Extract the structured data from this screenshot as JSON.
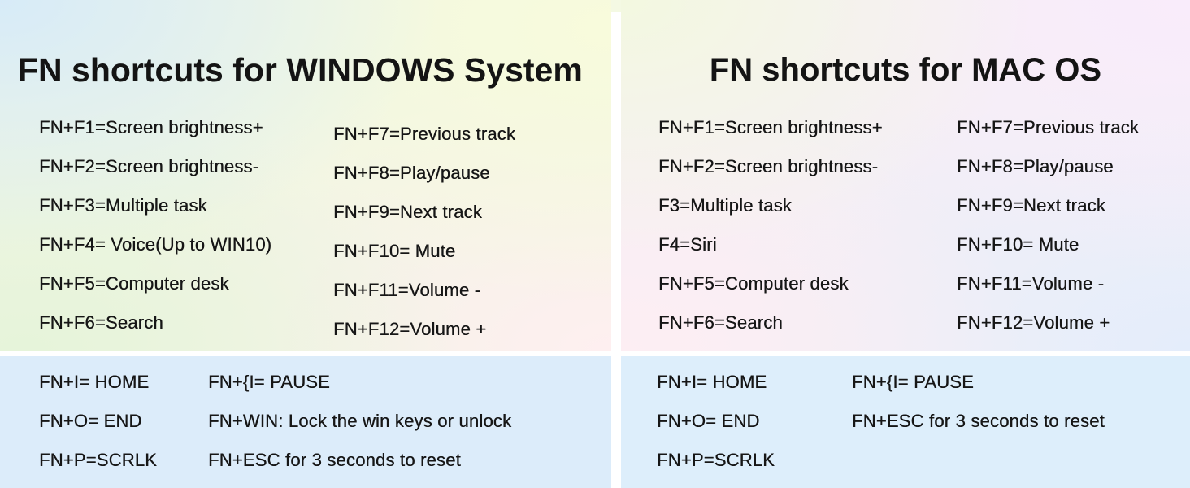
{
  "windows": {
    "title": "FN shortcuts for WINDOWS System",
    "fn_col1": [
      "FN+F1=Screen brightness+",
      "FN+F2=Screen brightness-",
      "FN+F3=Multiple task",
      "FN+F4= Voice(Up to WIN10)",
      "FN+F5=Computer desk",
      "FN+F6=Search"
    ],
    "fn_col2": [
      "FN+F7=Previous track",
      "FN+F8=Play/pause",
      "FN+F9=Next track",
      "FN+F10= Mute",
      "FN+F11=Volume -",
      "FN+F12=Volume +"
    ],
    "extra_col1": [
      "FN+I= HOME",
      "FN+O= END",
      "FN+P=SCRLK"
    ],
    "extra_col2": [
      "FN+{I= PAUSE",
      "FN+WIN: Lock the win keys or unlock",
      "FN+ESC for 3 seconds to reset"
    ]
  },
  "mac": {
    "title": "FN shortcuts for MAC OS",
    "fn_col1": [
      "FN+F1=Screen brightness+",
      "FN+F2=Screen brightness-",
      "F3=Multiple task",
      "F4=Siri",
      "FN+F5=Computer desk",
      "FN+F6=Search"
    ],
    "fn_col2": [
      "FN+F7=Previous track",
      "FN+F8=Play/pause",
      "FN+F9=Next track",
      "FN+F10= Mute",
      "FN+F11=Volume -",
      "FN+F12=Volume +"
    ],
    "extra_col1": [
      "FN+I= HOME",
      "FN+O= END",
      "FN+P=SCRLK"
    ],
    "extra_col2": [
      "FN+{I= PAUSE",
      "FN+ESC for 3 seconds to reset"
    ]
  },
  "colors": {
    "text": "#161616",
    "divider": "#ffffff",
    "bottom_panel_left": "#dcecfa",
    "bottom_panel_right": "#ddeefb",
    "win_gradient_corners": [
      "#d7ebf8",
      "#f8fbdc",
      "#e6f4da",
      "#feeff0"
    ],
    "mac_gradient_corners": [
      "#f3f8e0",
      "#f9ecfb",
      "#fdeef3",
      "#e4edfb"
    ]
  }
}
